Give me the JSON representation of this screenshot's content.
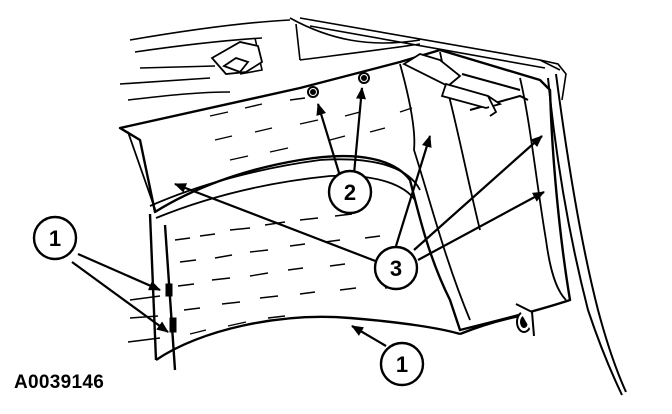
{
  "figure": {
    "id_label": "A0039146"
  },
  "callouts": [
    {
      "number": "1"
    },
    {
      "number": "2"
    },
    {
      "number": "3"
    },
    {
      "number": "1"
    }
  ],
  "colors": {
    "line": "#000000",
    "background": "#ffffff"
  }
}
